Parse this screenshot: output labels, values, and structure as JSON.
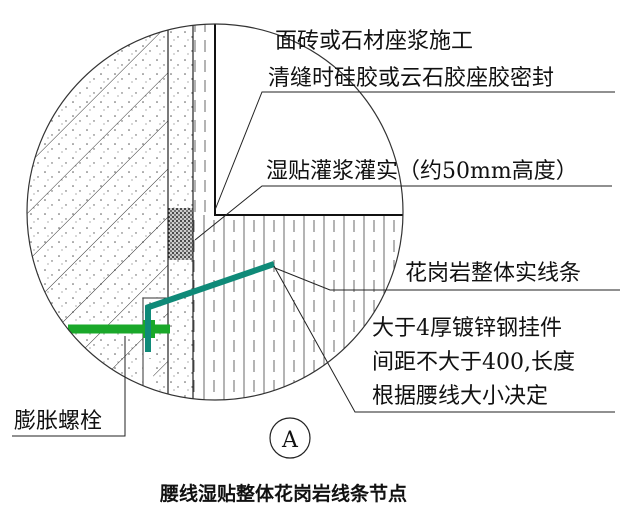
{
  "labels": {
    "tile_setting": "面砖或石材座浆施工",
    "joint_sealing": "清缝时硅胶或云石胶座胶密封",
    "grout_fill": "湿贴灌浆灌实（约50mm高度）",
    "granite_molding": "花岗岩整体实线条",
    "bracket_line1": "大于4厚镀锌钢挂件",
    "bracket_line2": "间距不大于400,长度",
    "bracket_line3": "根据腰线大小决定",
    "expansion_bolt": "膨胀螺栓"
  },
  "detail_marker": "A",
  "caption": "腰线湿贴整体花岗岩线条节点",
  "colors": {
    "bolt": "#1aa82a",
    "bracket": "#0f8a78",
    "line": "#222222"
  }
}
